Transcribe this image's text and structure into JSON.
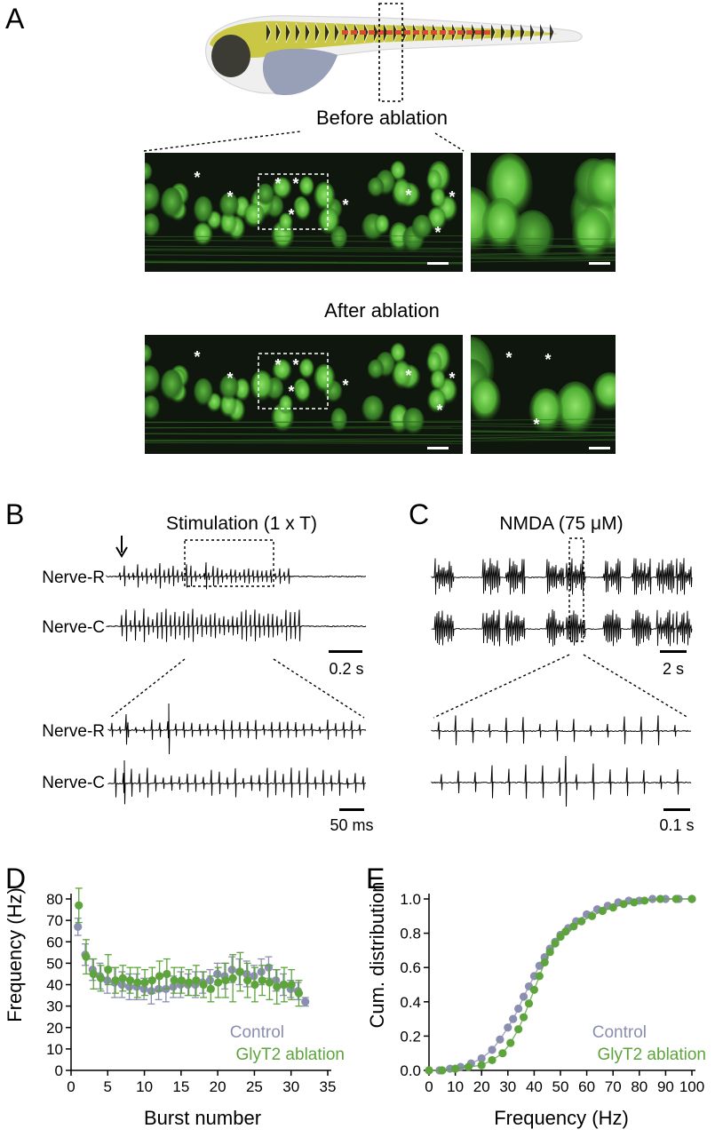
{
  "panel_letters": {
    "a": "A",
    "b": "B",
    "c": "C",
    "d": "D",
    "e": "E"
  },
  "panel_a": {
    "before_label": "Before ablation",
    "after_label": "After ablation",
    "asterisk": "*",
    "colors": {
      "neuron_green": "#5fbf3a",
      "background": "#101510",
      "dashed_box": "#ffffff"
    }
  },
  "panel_b": {
    "title": "Stimulation (1 x T)",
    "nerve_r": "Nerve-R",
    "nerve_c": "Nerve-C",
    "scale_top": "0.2 s",
    "scale_bottom": "50 ms"
  },
  "panel_c": {
    "title": "NMDA (75 μM)",
    "scale_top": "2 s",
    "scale_bottom": "0.1 s"
  },
  "chart_data": [
    {
      "panel": "D",
      "type": "scatter",
      "xlabel": "Burst number",
      "ylabel": "Frequency (Hz)",
      "xlim": [
        0,
        35
      ],
      "ylim": [
        0,
        80
      ],
      "x_ticks": [
        "0",
        "5",
        "10",
        "15",
        "20",
        "25",
        "30",
        "35"
      ],
      "y_ticks": [
        "0",
        "10",
        "20",
        "30",
        "40",
        "50",
        "60",
        "70",
        "80"
      ],
      "grid": false,
      "legend_position": "bottom-right",
      "series": [
        {
          "name": "Control",
          "color": "#8a8fb0",
          "x": [
            1,
            2,
            3,
            4,
            5,
            6,
            7,
            8,
            9,
            10,
            11,
            12,
            13,
            14,
            15,
            16,
            17,
            18,
            19,
            20,
            21,
            22,
            23,
            24,
            25,
            26,
            27,
            28,
            29,
            30,
            31,
            32
          ],
          "y": [
            67,
            54,
            47,
            44,
            42,
            41,
            40,
            39,
            39,
            38,
            37,
            38,
            38,
            39,
            40,
            40,
            40,
            41,
            42,
            45,
            44,
            47,
            46,
            45,
            44,
            46,
            48,
            42,
            40,
            38,
            37,
            32
          ],
          "err": [
            4,
            5,
            5,
            6,
            6,
            7,
            6,
            6,
            6,
            5,
            6,
            5,
            6,
            5,
            6,
            5,
            6,
            5,
            5,
            5,
            6,
            6,
            6,
            6,
            5,
            6,
            5,
            5,
            5,
            4,
            4,
            2
          ]
        },
        {
          "name": "GlyT2 ablation",
          "color": "#5da43c",
          "x": [
            1,
            2,
            3,
            4,
            5,
            6,
            7,
            8,
            9,
            10,
            11,
            12,
            13,
            14,
            15,
            16,
            17,
            18,
            19,
            20,
            21,
            22,
            23,
            24,
            25,
            26,
            27,
            28,
            29,
            30,
            31
          ],
          "y": [
            77,
            53,
            45,
            43,
            47,
            42,
            43,
            42,
            41,
            41,
            42,
            44,
            45,
            42,
            42,
            41,
            42,
            40,
            38,
            41,
            42,
            43,
            46,
            42,
            40,
            42,
            41,
            39,
            40,
            40,
            36
          ],
          "err": [
            8,
            8,
            7,
            6,
            7,
            6,
            6,
            6,
            7,
            6,
            6,
            7,
            7,
            6,
            6,
            6,
            7,
            6,
            6,
            7,
            8,
            11,
            9,
            8,
            8,
            7,
            8,
            8,
            8,
            7,
            6
          ]
        }
      ]
    },
    {
      "panel": "E",
      "type": "scatter",
      "xlabel": "Frequency (Hz)",
      "ylabel": "Cum. distribution",
      "xlim": [
        0,
        100
      ],
      "ylim": [
        0,
        1.0
      ],
      "x_ticks": [
        "0",
        "10",
        "20",
        "30",
        "40",
        "50",
        "60",
        "70",
        "80",
        "90",
        "100"
      ],
      "y_ticks": [
        "0.0",
        "0.2",
        "0.4",
        "0.6",
        "0.8",
        "1.0"
      ],
      "grid": false,
      "legend_position": "bottom-right",
      "series": [
        {
          "name": "Control",
          "color": "#8a8fb0",
          "x": [
            0,
            4,
            8,
            12,
            16,
            20,
            24,
            27,
            30,
            32,
            34,
            36,
            38,
            40,
            42,
            44,
            46,
            48,
            50,
            53,
            56,
            60,
            64,
            68,
            72,
            76,
            80,
            85,
            90,
            95,
            100
          ],
          "y": [
            0,
            0,
            0.01,
            0.02,
            0.04,
            0.07,
            0.12,
            0.18,
            0.25,
            0.3,
            0.36,
            0.43,
            0.49,
            0.55,
            0.61,
            0.66,
            0.71,
            0.75,
            0.79,
            0.83,
            0.87,
            0.91,
            0.94,
            0.96,
            0.98,
            0.99,
            0.99,
            1.0,
            1.0,
            1.0,
            1.0
          ]
        },
        {
          "name": "GlyT2 ablation",
          "color": "#5da43c",
          "x": [
            0,
            5,
            10,
            15,
            20,
            24,
            28,
            31,
            34,
            36,
            38,
            40,
            42,
            44,
            46,
            48,
            50,
            52,
            55,
            58,
            62,
            66,
            70,
            74,
            78,
            82,
            88,
            94,
            100
          ],
          "y": [
            0,
            0,
            0.01,
            0.02,
            0.03,
            0.06,
            0.1,
            0.16,
            0.24,
            0.31,
            0.39,
            0.47,
            0.55,
            0.63,
            0.69,
            0.74,
            0.78,
            0.81,
            0.84,
            0.87,
            0.9,
            0.93,
            0.95,
            0.97,
            0.98,
            0.99,
            1.0,
            1.0,
            1.0
          ]
        }
      ]
    }
  ]
}
